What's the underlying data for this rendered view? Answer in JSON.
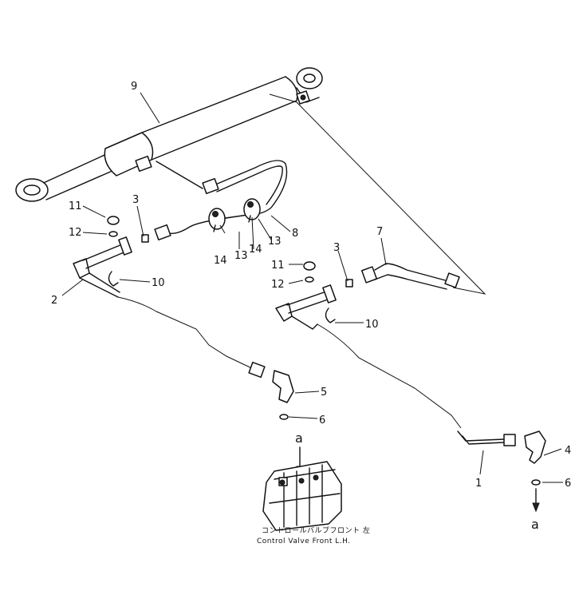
{
  "callouts": {
    "p1": "1",
    "p2": "2",
    "p3a": "3",
    "p3b": "3",
    "p4": "4",
    "p5": "5",
    "p6a": "6",
    "p6b": "6",
    "p7": "7",
    "p8": "8",
    "p9": "9",
    "p10a": "10",
    "p10b": "10",
    "p11a": "11",
    "p11b": "11",
    "p12a": "12",
    "p12b": "12",
    "p13a": "13",
    "p13b": "13",
    "p14a": "14",
    "p14b": "14",
    "a_top": "a",
    "a_bottom": "a"
  },
  "caption": {
    "jp": "コントロールバルブフロント 左",
    "en": "Control Valve Front L.H."
  }
}
